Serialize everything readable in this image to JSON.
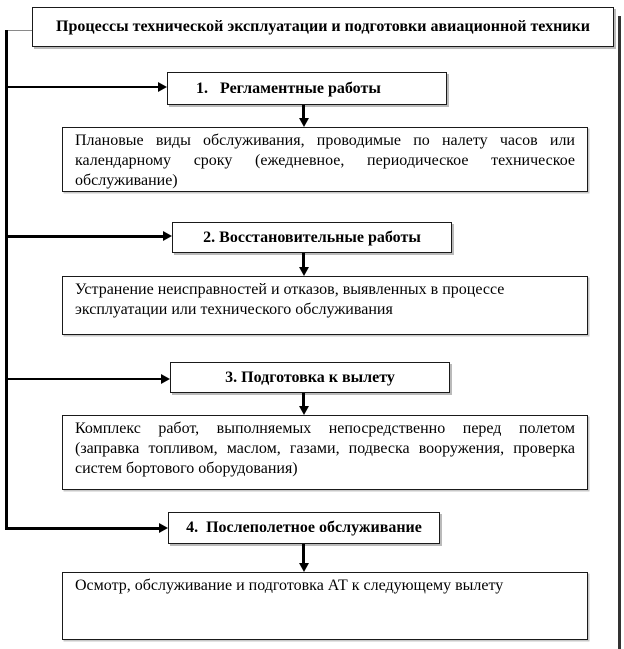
{
  "diagram": {
    "title": "Процессы технической эксплуатации и подготовки авиационной техники",
    "steps": [
      {
        "label": "1.   Регламентные работы",
        "description": "Плановые виды обслуживания, проводимые по налету часов или календарному сроку (ежедневное, периодическое техническое обслуживание)"
      },
      {
        "label": "2. Восстановительные работы",
        "description": "Устранение неисправностей и отказов, выявленных в процессе эксплуатации или технического обслуживания"
      },
      {
        "label": "3. Подготовка к вылету",
        "description": "Комплекс работ, выполняемых непосредственно перед полетом (заправка топливом, маслом, газами, подвеска вооружения, проверка систем бортового оборудования)"
      },
      {
        "label": "4.  Послеполетное обслуживание",
        "description": "Осмотр, обслуживание и подготовка АТ к следующему вылету"
      }
    ],
    "colors": {
      "background": "#ffffff",
      "box_border": "#1a1a1a",
      "connector": "#000000",
      "shadow": "#828282",
      "right_frame": "#333333"
    }
  }
}
